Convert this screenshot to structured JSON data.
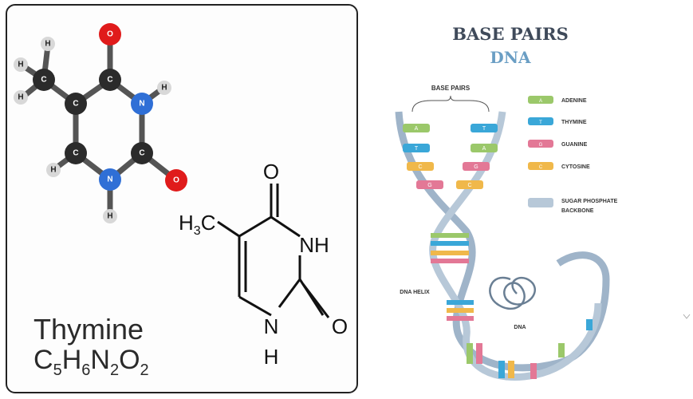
{
  "left_panel": {
    "name": "Thymine",
    "formula": {
      "C": "C",
      "c_sub": "5",
      "H": "H",
      "h_sub": "6",
      "N": "N",
      "n_sub": "2",
      "O": "O",
      "o_sub": "2"
    },
    "ball_atoms": [
      "H",
      "H",
      "H",
      "C",
      "C",
      "O",
      "N",
      "H",
      "C",
      "C",
      "C",
      "N",
      "H",
      "O",
      "H"
    ],
    "skeletal": {
      "methyl": "H3C",
      "methyl_main": "H",
      "methyl_sub": "3",
      "methyl_tail": "C",
      "o_top": "O",
      "nh_right": "NH",
      "o_right": "O",
      "n_bottom": "N",
      "h_bottom": "H"
    }
  },
  "right_panel": {
    "title": "BASE PAIRS",
    "subtitle": "DNA",
    "base_pairs_label": "BASE PAIRS",
    "legend": [
      {
        "letter": "A",
        "label": "ADENINE",
        "color": "#9bc86a"
      },
      {
        "letter": "T",
        "label": "THYMINE",
        "color": "#3aa7d8"
      },
      {
        "letter": "G",
        "label": "GUANINE",
        "color": "#e37896"
      },
      {
        "letter": "C",
        "label": "CYTOSINE",
        "color": "#f0b84a"
      }
    ],
    "backbone_label_1": "SUGAR PHOSPHATE",
    "backbone_label_2": "BACKBONE",
    "helix_label": "DNA HELIX",
    "dna_label": "DNA",
    "pair_letters_left": [
      "A",
      "T",
      "C",
      "G"
    ],
    "pair_letters_right": [
      "T",
      "A",
      "G",
      "C"
    ]
  },
  "colors": {
    "oxygen": "#e01b1b",
    "nitrogen": "#2f6fd6",
    "carbon": "#2b2b2b",
    "hydrogen": "#d8d8d8",
    "title": "#3f4a5a",
    "subtitle": "#6a9ec4"
  }
}
